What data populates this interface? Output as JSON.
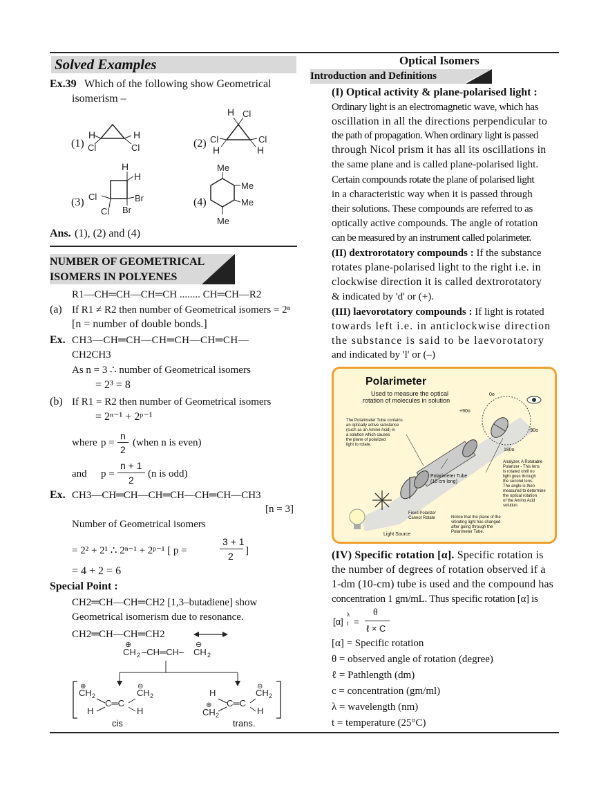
{
  "left": {
    "solved_header": "Solved Examples",
    "ex39": {
      "label": "Ex.39",
      "question_1": "Which of the following show Geometrical",
      "question_2": "isomerism –",
      "options": [
        "(1)",
        "(2)",
        "(3)",
        "(4)"
      ],
      "answer_label": "Ans.",
      "answer": "(1), (2) and (4)"
    },
    "section_header_1": "NUMBER OF GEOMETRICAL",
    "section_header_2": "ISOMERS IN POLYENES",
    "general_formula": "R1—CH═CH—CH═CH ........ CH═CH—R2",
    "a_label": "(a)",
    "a_text": "If R1 ≠ R2 then number of Geometrical isomers = 2ⁿ",
    "a_note": "[n = number of double bonds.]",
    "ex_label": "Ex.",
    "ex1_line1": "CH3—CH═CH—CH═CH—CH═CH—",
    "ex1_line2": "CH2CH3",
    "ex1_n": "As n = 3   ∴ number of Geometrical isomers",
    "ex1_result": "= 2³ = 8",
    "b_label": "(b)",
    "b_text": "If R1 = R2 then number of Geometrical isomers",
    "b_formula": "= 2ⁿ⁻¹ + 2ᵖ⁻¹",
    "where": "where",
    "p_eq": "p =",
    "n_num": "n",
    "two": "2",
    "even_note": "(when n is even)",
    "and": "and",
    "n1_num": "n + 1",
    "odd_note": "(n is odd)",
    "ex2_line": "CH3—CH═CH—CH═CH—CH═CH—CH3",
    "ex2_n": "[n = 3]",
    "ex2_number": "Number of Geometrical isomers",
    "ex2_calc": "= 2² + 2¹  ∴  2ⁿ⁻¹ + 2ᵖ⁻¹   [ p =",
    "ex2_frac_num": "3 + 1",
    "ex2_frac_close": "]",
    "ex2_result": "= 4 + 2 = 6",
    "special_point": "Special Point :",
    "sp_text1": "CH2═CH—CH═CH2   [1,3–butadiene] show",
    "sp_text2": "Geometrical isomerism due to resonance.",
    "res_line": "CH2═CH—CH═CH2",
    "cis": "cis",
    "trans": "trans."
  },
  "right": {
    "title": "Optical Isomers",
    "intro_header": "Introduction and Definitions",
    "p1_head": "(I) Optical activity & plane-polarised light :",
    "p1_lines": [
      "Ordinary light is an electromagnetic wave, which has",
      "oscillation in all the directions perpendicular to",
      "the path of propagation. When ordinary light is passed",
      "through Nicol prism it has all its oscillations in",
      "the same plane and is called plane-polarised light."
    ],
    "p2_lines": [
      "Certain compounds rotate the plane of polarised light",
      "in a characteristic way when it is passed through",
      "their solutions. These compounds are referred to as",
      "optically active compounds. The angle of rotation",
      "can be measured by an instrument called polarimeter."
    ],
    "p3_head": "(II) dextrorotatory compounds :",
    "p3_rest": " If the substance",
    "p3_lines": [
      "rotates plane-polarised light to the right i.e. in",
      "clockwise direction it is called dextrorotatory"
    ],
    "p3_last": "& indicated by 'd' or (+).",
    "p4_head": "(III) laevorotatory compounds :",
    "p4_rest": " If light is rotated",
    "p4_lines": [
      "towards left i.e. in anticlockwise direction",
      "the substance is said to be laevorotatory"
    ],
    "p4_last": "and indicated by 'l' or (–)",
    "polarimeter": {
      "title": "Polarimeter",
      "subtitle_1": "Used to measure the optical",
      "subtitle_2": "rotation of molecules in solution",
      "tube_text": [
        "The Polarimeter Tube contains",
        "an optically active substance",
        "(such as an Amino Acid) in",
        "a solution which causes",
        "the plane of polarized",
        "light to rotate."
      ],
      "tube_label": [
        "Polarimeter Tube",
        "(10 cm long)"
      ],
      "fixed_label": [
        "Fixed Polarizer",
        "Cannot Rotate"
      ],
      "light_label": "Light Source",
      "notice": [
        "Notice that the plane of the",
        "vibrating light has changed",
        "after going through the",
        "Polarimeter Tube."
      ],
      "analyzer": [
        "Analyzer, A Rotatable",
        "Polarizer - This lens",
        "is rotated until no",
        "light goes through",
        "the second lens.",
        "The angle is then",
        "measured to determine",
        "the optical rotation",
        "of the Amino Acid",
        "solution."
      ],
      "deg0": "0o",
      "deg90": "+90o",
      "degm90": "-90o",
      "deg180": "180o"
    },
    "p5_head": "(IV) Specific rotation [α].",
    "p5_rest": " Specific rotation is",
    "p5_lines": [
      "the number of degrees of rotation observed if a",
      "1-dm (10-cm) tube is used and the compound has",
      "concentration 1 gm/mL. Thus specific rotation [α] is"
    ],
    "formula_lhs": "[α]",
    "formula_num": "θ",
    "formula_den": "ℓ × C",
    "defs": [
      "[α] = Specific rotation",
      "θ = observed angle of rotation (degree)",
      "ℓ = Pathlength (dm)",
      "c = concentration (gm/ml)",
      "λ = wavelength (nm)",
      "t = temperature (25°C)"
    ]
  },
  "colors": {
    "banner": "#d9d9d9",
    "poly_orange": "#f0a030",
    "poly_bg": "#fff7d6"
  }
}
